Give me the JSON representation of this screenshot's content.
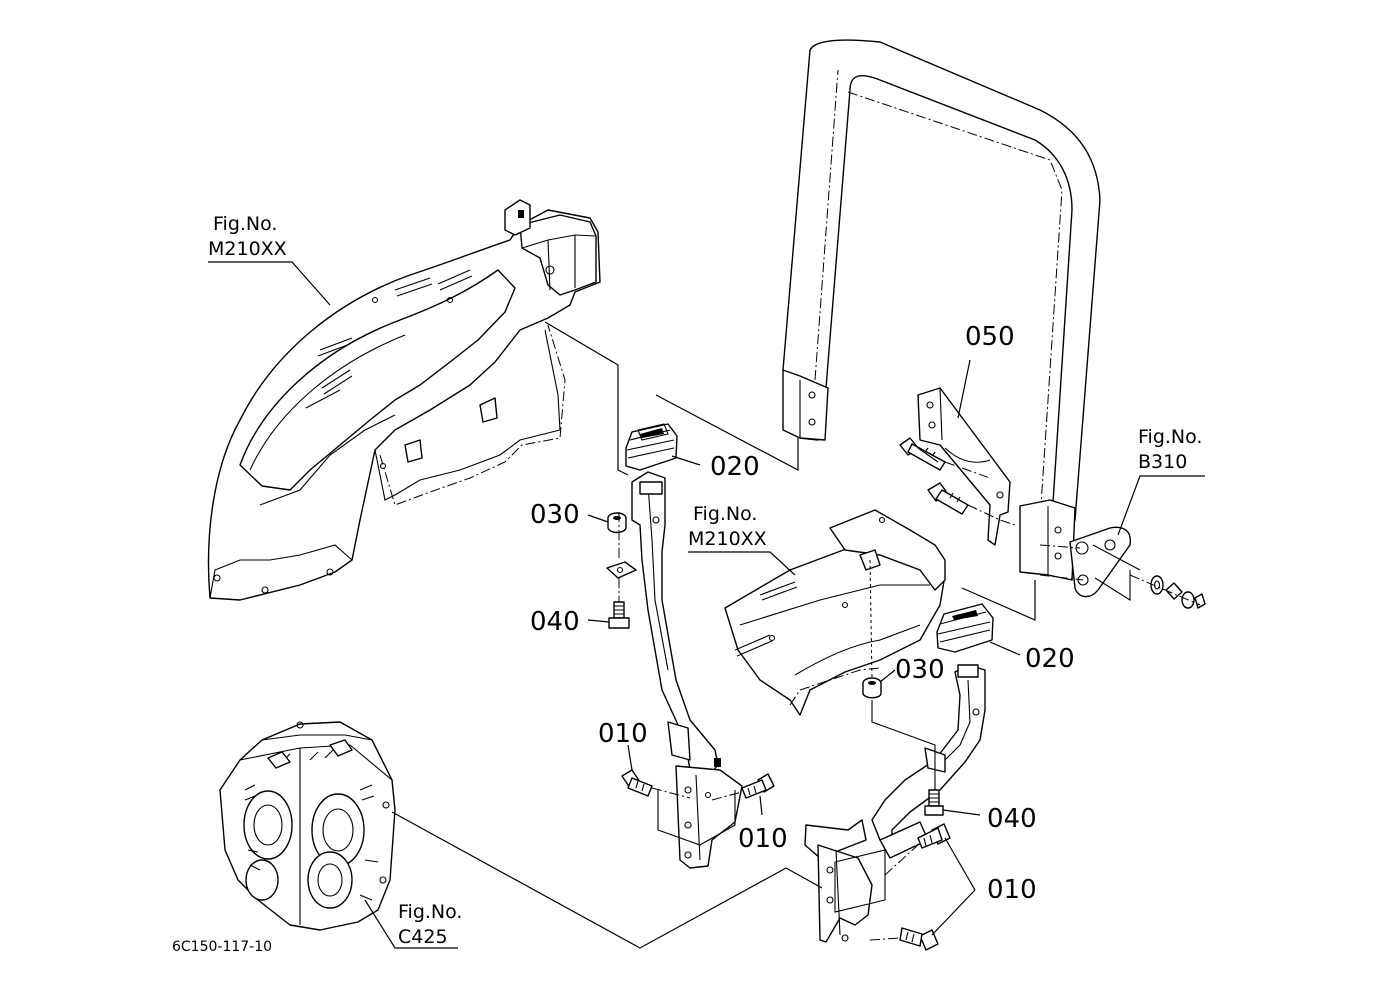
{
  "diagram_code": "6C150-117-10",
  "parts": [
    {
      "id": "050"
    },
    {
      "id": "020"
    },
    {
      "id": "030"
    },
    {
      "id": "040"
    },
    {
      "id": "010"
    }
  ],
  "callouts": {
    "p050": "050",
    "p020_left": "020",
    "p020_right": "020",
    "p030_left": "030",
    "p030_right": "030",
    "p040_left": "040",
    "p040_right": "040",
    "p010_left_a": "010",
    "p010_left_b": "010",
    "p010_right": "010"
  },
  "figure_refs": {
    "fender_left": {
      "prefix": "Fig.No.",
      "code": "M210XX"
    },
    "fender_right": {
      "prefix": "Fig.No.",
      "code": "M210XX"
    },
    "bracket": {
      "prefix": "Fig.No.",
      "code": "B310"
    },
    "transmission": {
      "prefix": "Fig.No.",
      "code": "C425"
    }
  }
}
